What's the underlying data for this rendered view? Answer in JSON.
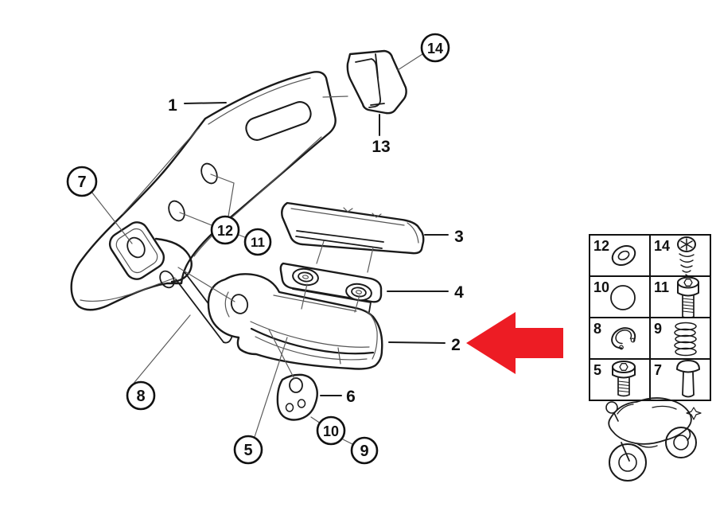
{
  "diagram": {
    "description": "exploded-view-footpeg-assembly",
    "callouts": [
      {
        "num": "1",
        "style": "plain"
      },
      {
        "num": "2",
        "style": "plain",
        "highlighted": true
      },
      {
        "num": "3",
        "style": "plain"
      },
      {
        "num": "4",
        "style": "plain"
      },
      {
        "num": "5",
        "style": "circle"
      },
      {
        "num": "6",
        "style": "plain"
      },
      {
        "num": "7",
        "style": "circle"
      },
      {
        "num": "8",
        "style": "circle"
      },
      {
        "num": "9",
        "style": "circle"
      },
      {
        "num": "10",
        "style": "circle"
      },
      {
        "num": "11",
        "style": "circle"
      },
      {
        "num": "12",
        "style": "circle"
      },
      {
        "num": "13",
        "style": "plain"
      },
      {
        "num": "14",
        "style": "circle"
      }
    ],
    "highlight_arrow": {
      "color": "#ed1c24",
      "points_to": "2"
    },
    "line_color": "#1a1a1a",
    "background": "#ffffff"
  },
  "parts_table": {
    "rows": [
      [
        {
          "num": "12",
          "icon": "washer"
        },
        {
          "num": "14",
          "icon": "phillips-pan-screw"
        }
      ],
      [
        {
          "num": "10",
          "icon": "ball"
        },
        {
          "num": "11",
          "icon": "socket-head-screw"
        }
      ],
      [
        {
          "num": "8",
          "icon": "snap-ring"
        },
        {
          "num": "9",
          "icon": "coil-spring"
        }
      ],
      [
        {
          "num": "5",
          "icon": "short-socket-screw"
        },
        {
          "num": "7",
          "icon": "clevis-pin"
        }
      ]
    ]
  },
  "thumbnail": {
    "icon": "motorcycle"
  }
}
